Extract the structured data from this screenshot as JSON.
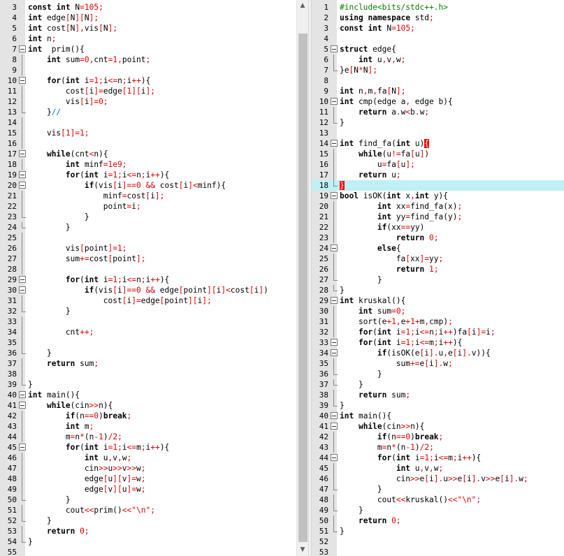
{
  "icons": {
    "scroll_up": "▲",
    "scroll_down": "▼",
    "fold": "fold-box-icon"
  },
  "colors": {
    "keyword": "#000000",
    "operator": "#e00000",
    "number": "#e00000",
    "comment": "#0077aa",
    "preprocessor": "#008000",
    "current_line": "#bff0f6"
  },
  "left_pane": {
    "lines": [
      {
        "n": "3",
        "f": "",
        "t": "const int N=105;"
      },
      {
        "n": "4",
        "f": "",
        "t": "int edge[N][N];"
      },
      {
        "n": "5",
        "f": "",
        "t": "int cost[N],vis[N];"
      },
      {
        "n": "6",
        "f": "",
        "t": "int n;"
      },
      {
        "n": "7",
        "f": "box",
        "t": "int  prim(){"
      },
      {
        "n": "8",
        "f": "bar",
        "t": "    int sum=0,cnt=1,point;"
      },
      {
        "n": "9",
        "f": "bar",
        "t": ""
      },
      {
        "n": "10",
        "f": "box",
        "t": "    for(int i=1;i<=n;i++){"
      },
      {
        "n": "11",
        "f": "bar",
        "t": "        cost[i]=edge[1][i];"
      },
      {
        "n": "12",
        "f": "bar",
        "t": "        vis[i]=0;"
      },
      {
        "n": "13",
        "f": "end",
        "t": "    }//"
      },
      {
        "n": "14",
        "f": "bar",
        "t": ""
      },
      {
        "n": "15",
        "f": "bar",
        "t": "    vis[1]=1;"
      },
      {
        "n": "16",
        "f": "bar",
        "t": ""
      },
      {
        "n": "17",
        "f": "box",
        "t": "    while(cnt<n){"
      },
      {
        "n": "18",
        "f": "bar",
        "t": "        int minf=1e9;"
      },
      {
        "n": "19",
        "f": "box",
        "t": "        for(int i=1;i<=n;i++){"
      },
      {
        "n": "20",
        "f": "box",
        "t": "            if(vis[i]==0 && cost[i]<minf){"
      },
      {
        "n": "21",
        "f": "bar",
        "t": "                minf=cost[i];"
      },
      {
        "n": "22",
        "f": "bar",
        "t": "                point=i;"
      },
      {
        "n": "23",
        "f": "end",
        "t": "            }"
      },
      {
        "n": "24",
        "f": "end",
        "t": "        }"
      },
      {
        "n": "25",
        "f": "bar",
        "t": ""
      },
      {
        "n": "26",
        "f": "bar",
        "t": "        vis[point]=1;"
      },
      {
        "n": "27",
        "f": "bar",
        "t": "        sum+=cost[point];"
      },
      {
        "n": "28",
        "f": "bar",
        "t": ""
      },
      {
        "n": "29",
        "f": "box",
        "t": "        for(int i=1;i<=n;i++){"
      },
      {
        "n": "30",
        "f": "box",
        "t": "            if(vis[i]==0 && edge[point][i]<cost[i])"
      },
      {
        "n": "31",
        "f": "bar",
        "t": "                cost[i]=edge[point][i];"
      },
      {
        "n": "32",
        "f": "end",
        "t": "        }"
      },
      {
        "n": "33",
        "f": "bar",
        "t": ""
      },
      {
        "n": "34",
        "f": "bar",
        "t": "        cnt++;"
      },
      {
        "n": "35",
        "f": "bar",
        "t": ""
      },
      {
        "n": "36",
        "f": "end",
        "t": "    }"
      },
      {
        "n": "37",
        "f": "bar",
        "t": "    return sum;"
      },
      {
        "n": "38",
        "f": "bar",
        "t": ""
      },
      {
        "n": "39",
        "f": "end",
        "t": "}"
      },
      {
        "n": "40",
        "f": "box",
        "t": "int main(){"
      },
      {
        "n": "41",
        "f": "box",
        "t": "    while(cin>>n){"
      },
      {
        "n": "42",
        "f": "bar",
        "t": "        if(n==0)break;"
      },
      {
        "n": "43",
        "f": "bar",
        "t": "        int m;"
      },
      {
        "n": "44",
        "f": "bar",
        "t": "        m=n*(n-1)/2;"
      },
      {
        "n": "45",
        "f": "box",
        "t": "        for(int i=1;i<=m;i++){"
      },
      {
        "n": "46",
        "f": "bar",
        "t": "            int u,v,w;"
      },
      {
        "n": "47",
        "f": "bar",
        "t": "            cin>>u>>v>>w;"
      },
      {
        "n": "48",
        "f": "bar",
        "t": "            edge[u][v]=w;"
      },
      {
        "n": "49",
        "f": "bar",
        "t": "            edge[v][u]=w;"
      },
      {
        "n": "50",
        "f": "end",
        "t": "        }"
      },
      {
        "n": "51",
        "f": "bar",
        "t": "        cout<<prim()<<\"\\n\";"
      },
      {
        "n": "52",
        "f": "end",
        "t": "    }"
      },
      {
        "n": "53",
        "f": "bar",
        "t": "    return 0;"
      },
      {
        "n": "54",
        "f": "end",
        "t": "}"
      },
      {
        "n": "55",
        "f": "",
        "t": ""
      }
    ]
  },
  "right_pane": {
    "lines": [
      {
        "n": "1",
        "f": "",
        "t": "#include<bits/stdc++.h>"
      },
      {
        "n": "2",
        "f": "",
        "t": "using namespace std;"
      },
      {
        "n": "3",
        "f": "",
        "t": "const int N=105;"
      },
      {
        "n": "4",
        "f": "",
        "t": ""
      },
      {
        "n": "5",
        "f": "box",
        "t": "struct edge{"
      },
      {
        "n": "6",
        "f": "bar",
        "t": "    int u,v,w;"
      },
      {
        "n": "7",
        "f": "end",
        "t": "}e[N*N];"
      },
      {
        "n": "8",
        "f": "",
        "t": ""
      },
      {
        "n": "9",
        "f": "",
        "t": "int n,m,fa[N];"
      },
      {
        "n": "10",
        "f": "box",
        "t": "int cmp(edge a, edge b){"
      },
      {
        "n": "11",
        "f": "bar",
        "t": "    return a.w<b.w;"
      },
      {
        "n": "12",
        "f": "end",
        "t": "}"
      },
      {
        "n": "13",
        "f": "",
        "t": ""
      },
      {
        "n": "14",
        "f": "box",
        "t": "int find_fa(int u){"
      },
      {
        "n": "15",
        "f": "bar",
        "t": "    while(u!=fa[u])"
      },
      {
        "n": "16",
        "f": "bar",
        "t": "        u=fa[u];"
      },
      {
        "n": "17",
        "f": "bar",
        "t": "    return u;"
      },
      {
        "n": "18",
        "f": "end",
        "t": "}"
      },
      {
        "n": "19",
        "f": "box",
        "t": "bool isOK(int x,int y){"
      },
      {
        "n": "20",
        "f": "bar",
        "t": "        int xx=find_fa(x);"
      },
      {
        "n": "21",
        "f": "bar",
        "t": "        int yy=find_fa(y);"
      },
      {
        "n": "22",
        "f": "bar",
        "t": "        if(xx==yy)"
      },
      {
        "n": "23",
        "f": "bar",
        "t": "            return 0;"
      },
      {
        "n": "24",
        "f": "box",
        "t": "        else{"
      },
      {
        "n": "25",
        "f": "bar",
        "t": "            fa[xx]=yy;"
      },
      {
        "n": "26",
        "f": "bar",
        "t": "            return 1;"
      },
      {
        "n": "27",
        "f": "end",
        "t": "        }"
      },
      {
        "n": "28",
        "f": "end",
        "t": "}"
      },
      {
        "n": "29",
        "f": "box",
        "t": "int kruskal(){"
      },
      {
        "n": "30",
        "f": "bar",
        "t": "    int sum=0;"
      },
      {
        "n": "31",
        "f": "bar",
        "t": "    sort(e+1,e+1+m,cmp);"
      },
      {
        "n": "32",
        "f": "bar",
        "t": "    for(int i=1;i<=n;i++)fa[i]=i;"
      },
      {
        "n": "33",
        "f": "box",
        "t": "    for(int i=1;i<=m;i++){"
      },
      {
        "n": "34",
        "f": "box",
        "t": "        if(isOK(e[i].u,e[i].v)){"
      },
      {
        "n": "35",
        "f": "bar",
        "t": "            sum+=e[i].w;"
      },
      {
        "n": "36",
        "f": "end",
        "t": "        }"
      },
      {
        "n": "37",
        "f": "end",
        "t": "    }"
      },
      {
        "n": "38",
        "f": "bar",
        "t": "    return sum;"
      },
      {
        "n": "39",
        "f": "end",
        "t": "}"
      },
      {
        "n": "40",
        "f": "box",
        "t": "int main(){"
      },
      {
        "n": "41",
        "f": "box",
        "t": "    while(cin>>n){"
      },
      {
        "n": "42",
        "f": "bar",
        "t": "        if(n==0)break;"
      },
      {
        "n": "43",
        "f": "bar",
        "t": "        m=n*(n-1)/2;"
      },
      {
        "n": "44",
        "f": "box",
        "t": "        for(int i=1;i<=m;i++){"
      },
      {
        "n": "45",
        "f": "bar",
        "t": "            int u,v,w;"
      },
      {
        "n": "46",
        "f": "bar",
        "t": "            cin>>e[i].u>>e[i].v>>e[i].w;"
      },
      {
        "n": "47",
        "f": "end",
        "t": "        }"
      },
      {
        "n": "48",
        "f": "bar",
        "t": "        cout<<kruskal()<<\"\\n\";"
      },
      {
        "n": "49",
        "f": "end",
        "t": "    }"
      },
      {
        "n": "50",
        "f": "bar",
        "t": "    return 0;"
      },
      {
        "n": "51",
        "f": "end",
        "t": "}"
      },
      {
        "n": "52",
        "f": "",
        "t": ""
      },
      {
        "n": "53",
        "f": "",
        "t": ""
      }
    ]
  }
}
